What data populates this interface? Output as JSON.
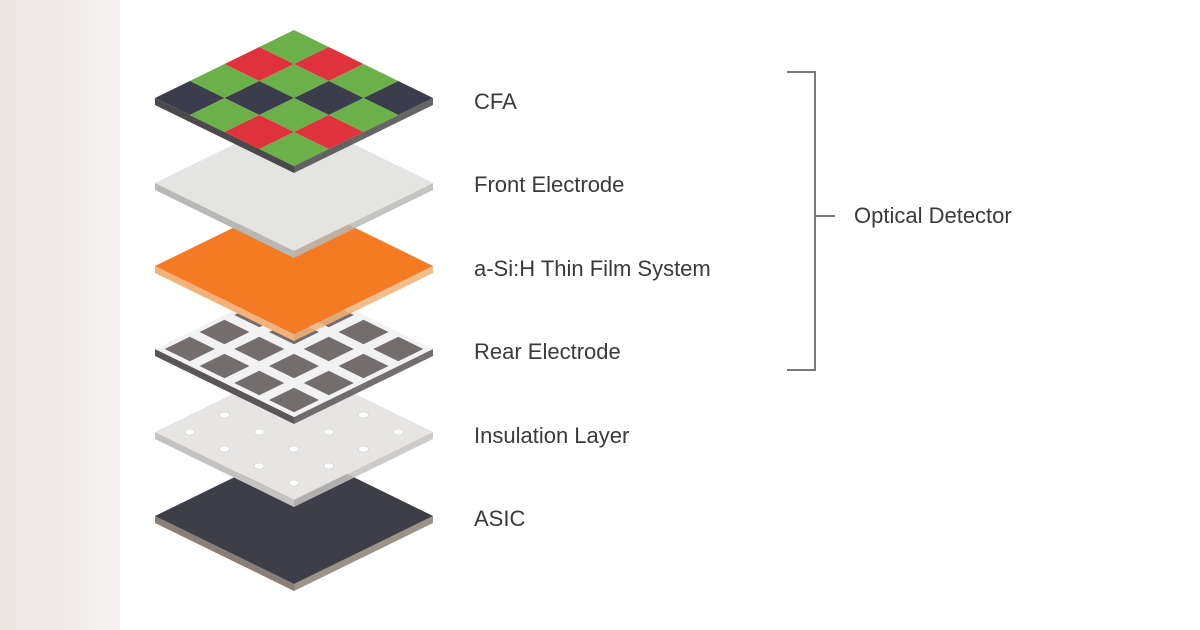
{
  "diagram": {
    "layers": [
      {
        "id": "cfa",
        "label": "CFA",
        "kind": "checker",
        "colors": {
          "red": "#e0323c",
          "green": "#6cb04a",
          "dark": "#3c3d4c",
          "side": "#4a4a4a"
        }
      },
      {
        "id": "front-electrode",
        "label": "Front Electrode",
        "kind": "plain",
        "colors": {
          "top": "#e4e4e2",
          "side": "#b8b8b6"
        }
      },
      {
        "id": "asih",
        "label": "a-Si:H Thin Film System",
        "kind": "plain",
        "colors": {
          "top": "#f47a24",
          "side": "#f3b27a"
        }
      },
      {
        "id": "rear-electrode",
        "label": "Rear Electrode",
        "kind": "grid",
        "colors": {
          "cell": "#736d6e",
          "gap": "#f2f2f2",
          "side": "#5a5657"
        }
      },
      {
        "id": "insulation",
        "label": "Insulation Layer",
        "kind": "dots",
        "colors": {
          "top": "#e6e5e3",
          "dot": "#ffffff",
          "side": "#c4c3c1"
        }
      },
      {
        "id": "asic",
        "label": "ASIC",
        "kind": "plain",
        "colors": {
          "top": "#3d3e48",
          "side": "#8a7f76"
        }
      }
    ],
    "group": {
      "label": "Optical Detector",
      "spans": [
        "cfa",
        "rear-electrode"
      ],
      "color": "#7a7a7a"
    }
  }
}
